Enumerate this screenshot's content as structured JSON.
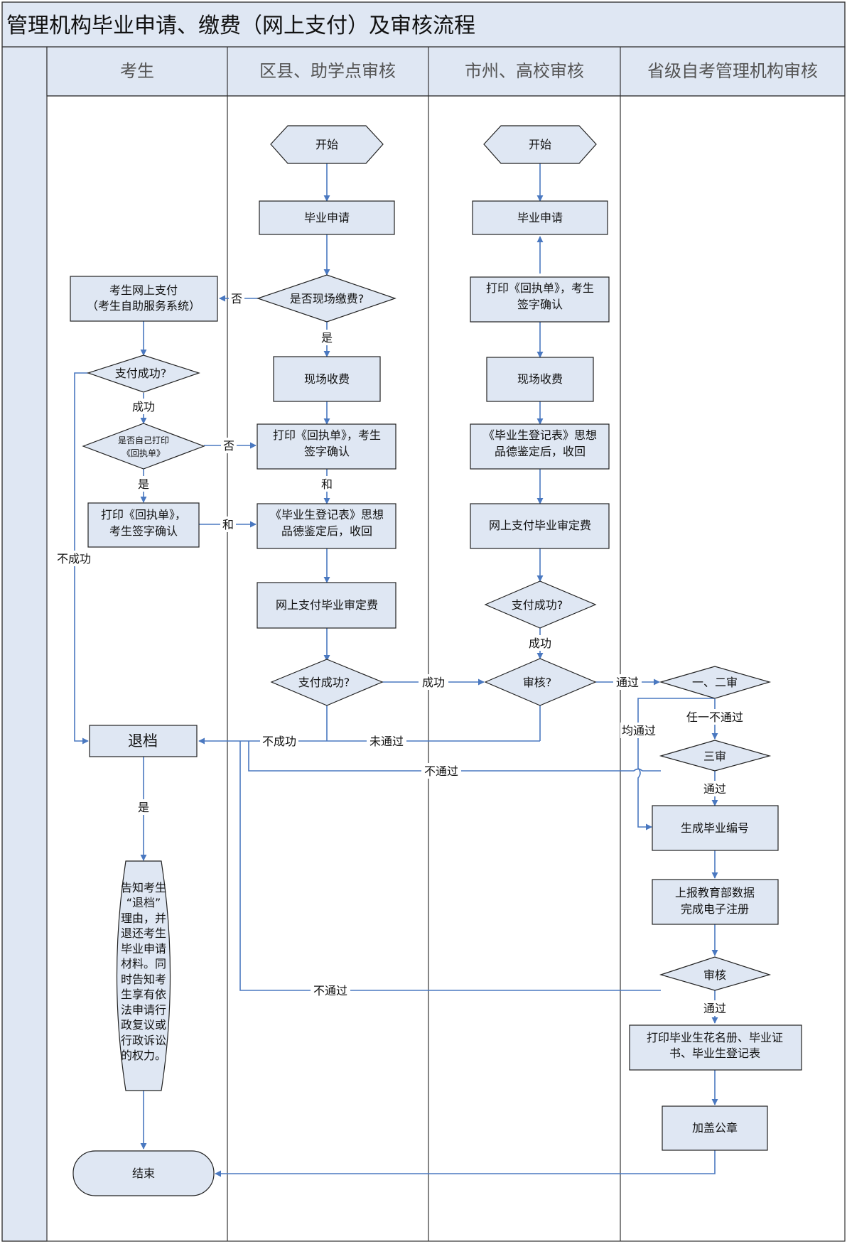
{
  "title": "管理机构毕业申请、缴费（网上支付）及审核流程",
  "lanes": [
    "考生",
    "区县、助学点审核",
    "市州、高校审核",
    "省级自考管理机构审核"
  ],
  "nodes": {
    "d_start": "开始",
    "d_apply": "毕业申请",
    "d_onsite_q": "是否现场缴费?",
    "d_fee": "现场收费",
    "d_print": [
      "打印《回执单》，考生",
      "签字确认"
    ],
    "d_register": [
      "《毕业生登记表》思想",
      "品德鉴定后，收回"
    ],
    "d_pay_online": "网上支付毕业审定费",
    "d_pay_ok": "支付成功?",
    "c_start": "开始",
    "c_apply": "毕业申请",
    "c_print": [
      "打印《回执单》，考生",
      "签字确认"
    ],
    "c_fee": "现场收费",
    "c_register": [
      "《毕业生登记表》思想",
      "品德鉴定后，收回"
    ],
    "c_pay_online": "网上支付毕业审定费",
    "c_pay_ok": "支付成功?",
    "c_review": "审核?",
    "s_pay": [
      "考生网上支付",
      "（考生自助服务系统）"
    ],
    "s_pay_ok": "支付成功?",
    "s_self_print_q": [
      "是否自己打印",
      "《回执单》"
    ],
    "s_print": [
      "打印《回执单》，",
      "考生签字确认"
    ],
    "s_withdraw": "退档",
    "s_notice": [
      "告知考生",
      "“退档”",
      "理由，并",
      "退还考生",
      "毕业申请",
      "材料。同",
      "时告知考",
      "生享有依",
      "法申请行",
      "政复议或",
      "行政诉讼",
      "的权力。"
    ],
    "s_end": "结束",
    "p_review12": "一、二审",
    "p_review3": "三审",
    "p_number": "生成毕业编号",
    "p_report": [
      "上报教育部数据",
      "完成电子注册"
    ],
    "p_review": "审核",
    "p_print": [
      "打印毕业生花名册、毕业证",
      "书、毕业生登记表"
    ],
    "p_seal": "加盖公章"
  },
  "edge_labels": {
    "no": "否",
    "yes": "是",
    "and": "和",
    "success": "成功",
    "fail": "不成功",
    "not_passed": "未通过",
    "pass": "通过",
    "not_pass": "不通过",
    "any_fail": "任一不通过",
    "all_pass": "均通过"
  },
  "colors": {
    "shape_fill": "#dfe7f3",
    "line": "#4a78c0",
    "frame": "#333333",
    "header_fill": "#dfe7f3"
  }
}
